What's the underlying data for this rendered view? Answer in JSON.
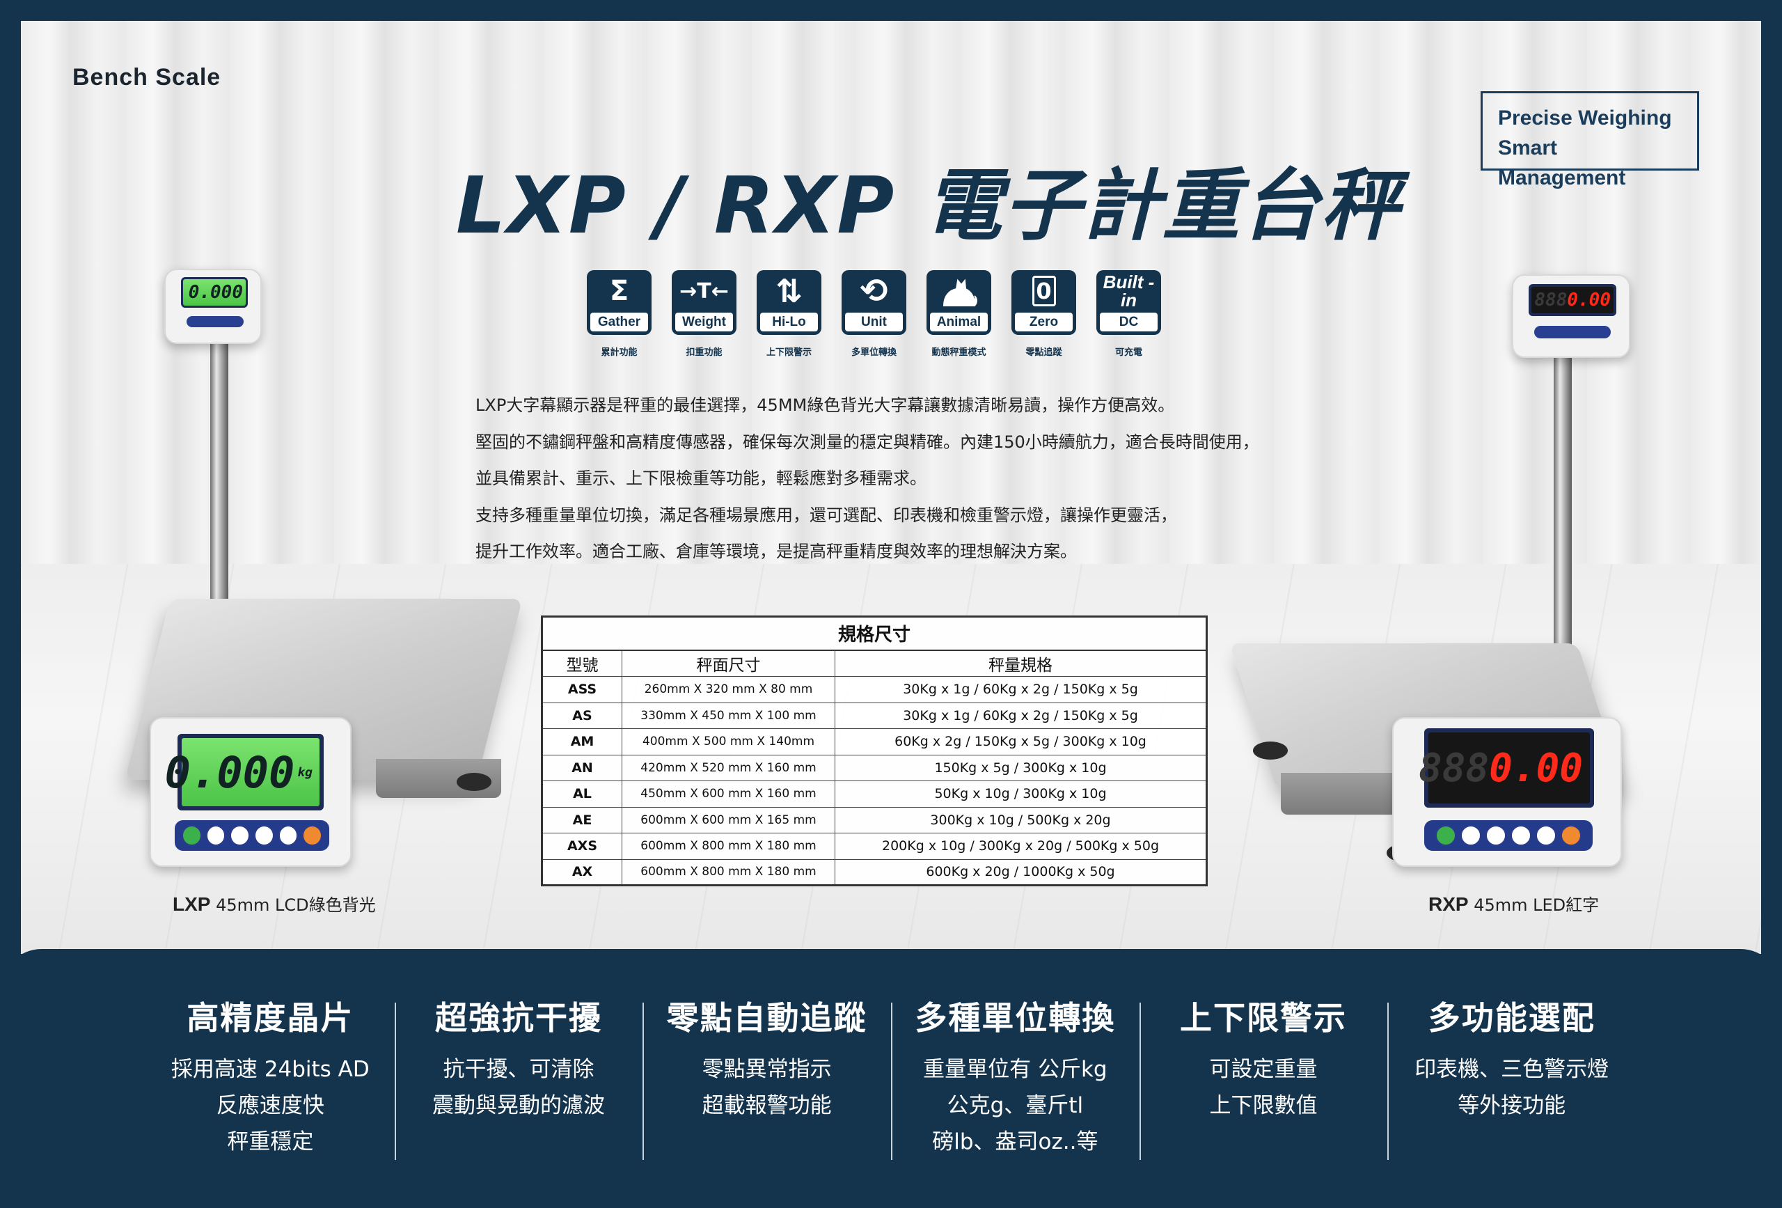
{
  "brand_label": "Bench Scale",
  "tagline": {
    "line1": "Precise Weighing",
    "line2": "Smart Management"
  },
  "title": "LXP / RXP 電子計重台秤",
  "icons": [
    {
      "name": "sigma-icon",
      "glyph": "Σ",
      "label": "Gather",
      "cn": "累計功能"
    },
    {
      "name": "tare-icon",
      "glyph": "→T←",
      "label": "Weight",
      "cn": "扣重功能"
    },
    {
      "name": "hi-lo-icon",
      "glyph": "⇅",
      "label": "Hi-Lo",
      "cn": "上下限警示"
    },
    {
      "name": "unit-cycle-icon",
      "glyph": "⟲",
      "label": "Unit",
      "cn": "多單位轉換"
    },
    {
      "name": "animal-cat-icon",
      "glyph": "🐈",
      "label": "Animal",
      "cn": "動態秤重模式"
    },
    {
      "name": "zero-icon",
      "glyph": "0",
      "label": "Zero",
      "cn": "零點追蹤"
    },
    {
      "name": "built-in-dc-icon",
      "glyph": "Built -in",
      "label": "DC",
      "cn": "可充電"
    }
  ],
  "description": [
    "LXP大字幕顯示器是秤重的最佳選擇，45MM綠色背光大字幕讓數據清晰易讀，操作方便高效。",
    "堅固的不鏽鋼秤盤和高精度傳感器，確保每次測量的穩定與精確。內建150小時續航力，適合長時間使用，",
    "並具備累計、重示、上下限檢重等功能，輕鬆應對多種需求。",
    "支持多種重量單位切換，滿足各種場景應用，還可選配、印表機和檢重警示燈，讓操作更靈活，",
    "提升工作效率。適合工廠、倉庫等環境，是提高秤重精度與效率的理想解決方案。"
  ],
  "spec": {
    "caption": "規格尺寸",
    "headers": [
      "型號",
      "秤面尺寸",
      "秤量規格"
    ],
    "rows": [
      [
        "ASS",
        "260mm X 320 mm X 80 mm",
        "30Kg x 1g / 60Kg x 2g / 150Kg x 5g"
      ],
      [
        "AS",
        "330mm X 450 mm X 100 mm",
        "30Kg x 1g / 60Kg x 2g / 150Kg x 5g"
      ],
      [
        "AM",
        "400mm X 500 mm X 140mm",
        "60Kg x 2g / 150Kg x 5g / 300Kg x 10g"
      ],
      [
        "AN",
        "420mm X 520 mm X 160 mm",
        "150Kg x 5g / 300Kg x 10g"
      ],
      [
        "AL",
        "450mm X 600 mm X 160 mm",
        "50Kg x 10g / 300Kg x 10g"
      ],
      [
        "AE",
        "600mm X 600 mm X 165 mm",
        "300Kg x 10g / 500Kg x 20g"
      ],
      [
        "AXS",
        "600mm X 800 mm X 180 mm",
        "200Kg x 10g / 300Kg x 20g / 500Kg x 50g"
      ],
      [
        "AX",
        "600mm X 800 mm X 180 mm",
        "600Kg x 20g / 1000Kg x 50g"
      ]
    ]
  },
  "lxp": {
    "model": "LXP",
    "desc": "45mm LCD綠色背光",
    "display": "0.000",
    "unit": "kg",
    "small_display": "0.000"
  },
  "rxp": {
    "model": "RXP",
    "desc": "45mm LED紅字",
    "display_dim": "888",
    "display_lit": "0.00",
    "small_dim": "888",
    "small_lit": "0.00"
  },
  "features": [
    {
      "title": "高精度晶片",
      "lines": [
        "採用高速 24bits AD",
        "反應速度快",
        "秤重穩定"
      ]
    },
    {
      "title": "超強抗干擾",
      "lines": [
        "抗干擾、可清除",
        "震動與晃動的濾波"
      ]
    },
    {
      "title": "零點自動追蹤",
      "lines": [
        "零點異常指示",
        "超載報警功能"
      ]
    },
    {
      "title": "多種單位轉換",
      "lines": [
        "重量單位有  公斤kg",
        "公克g、臺斤tl",
        "磅lb、盎司oz..等"
      ]
    },
    {
      "title": "上下限警示",
      "lines": [
        "可設定重量",
        "上下限數值"
      ]
    },
    {
      "title": "多功能選配",
      "lines": [
        "印表機、三色警示燈",
        "等外接功能"
      ]
    }
  ],
  "colors": {
    "navy": "#14344e",
    "lcd_green": "#5fd455",
    "led_red": "#ff2a1a"
  }
}
